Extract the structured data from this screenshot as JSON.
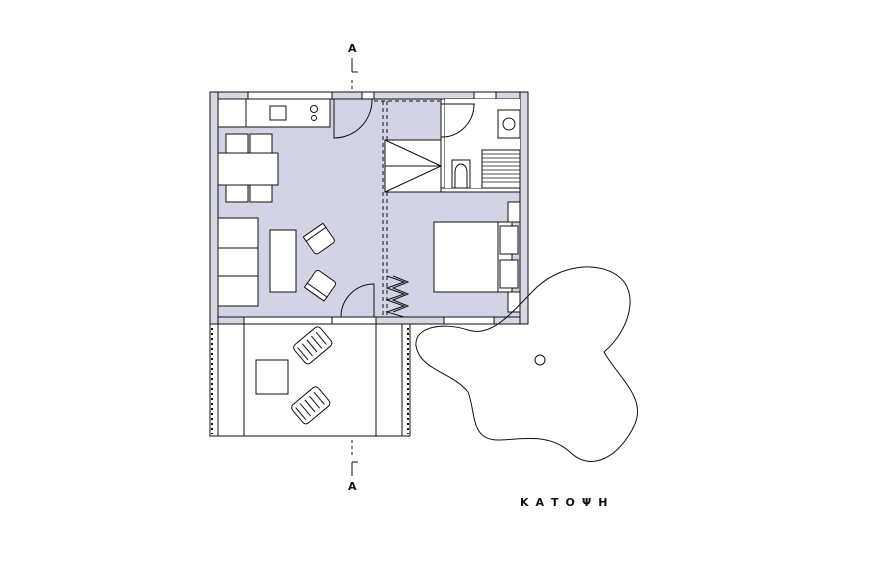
{
  "drawing": {
    "caption": "ΚΑΤΟΨΗ",
    "section_marker_top": "Α",
    "section_marker_bottom": "Α"
  },
  "colors": {
    "floor": "#d3d3e6",
    "line": "#111111",
    "background": "#ffffff"
  }
}
